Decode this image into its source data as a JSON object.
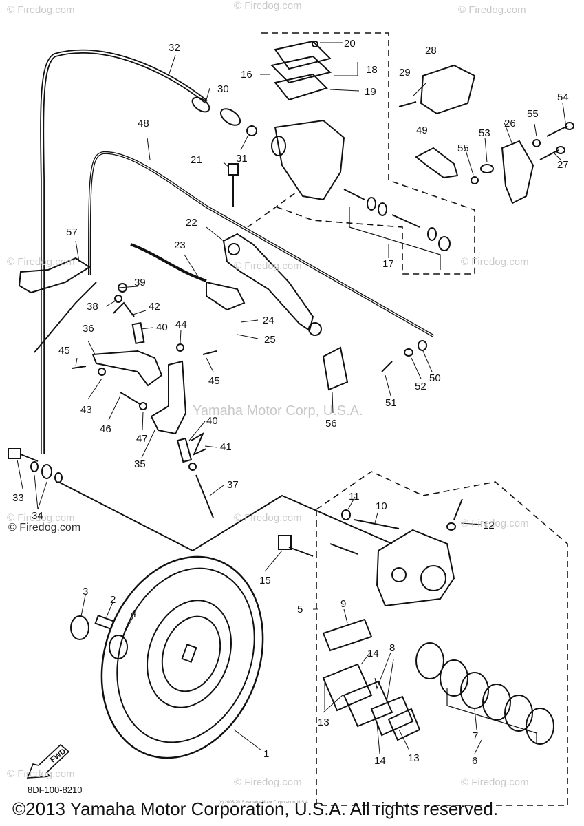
{
  "watermarks": {
    "top_left": "© Firedog.com",
    "top_center": "© Firedog.com",
    "top_right": "© Firedog.com",
    "mid_left": "© Firedog.com",
    "mid_center": "© Firedog.com",
    "mid_right": "© Firedog.com",
    "lower_left": "© Firedog.com",
    "lower_center": "© Firedog.com",
    "lower_right": "© Firedog.com",
    "bottom_left": "© Firedog.com",
    "bottom_center": "© Firedog.com",
    "bottom_right": "© Firedog.com",
    "center_text": "Yamaha Motor Corp, U.S.A.",
    "dark_left": "© Firedog.com"
  },
  "callouts": {
    "c1": "1",
    "c2": "2",
    "c3": "3",
    "c4": "4",
    "c5": "5",
    "c6": "6",
    "c7": "7",
    "c8": "8",
    "c9": "9",
    "c10": "10",
    "c11": "11",
    "c12": "12",
    "c13a": "13",
    "c13b": "13",
    "c14a": "14",
    "c14b": "14",
    "c15": "15",
    "c16": "16",
    "c17": "17",
    "c18": "18",
    "c19": "19",
    "c20": "20",
    "c21": "21",
    "c22": "22",
    "c23": "23",
    "c24": "24",
    "c25": "25",
    "c26": "26",
    "c27": "27",
    "c28": "28",
    "c29": "29",
    "c30": "30",
    "c31": "31",
    "c32": "32",
    "c33": "33",
    "c34": "34",
    "c35": "35",
    "c36": "36",
    "c37": "37",
    "c38": "38",
    "c39": "39",
    "c40a": "40",
    "c40b": "40",
    "c41": "41",
    "c42": "42",
    "c43": "43",
    "c44": "44",
    "c45a": "45",
    "c45b": "45",
    "c46": "46",
    "c47": "47",
    "c48": "48",
    "c49": "49",
    "c50": "50",
    "c51": "51",
    "c52": "52",
    "c53": "53",
    "c54": "54",
    "c55a": "55",
    "c55b": "55",
    "c56": "56",
    "c57": "57"
  },
  "diagram_code": "8DF100-8210",
  "fwd_label": "FWD",
  "tiny_notice": "(c) 2005-2015 Yamaha Motor Corporation, U.S.A.",
  "footer": "©2013 Yamaha Motor Corporation, U.S.A. All rights reserved."
}
